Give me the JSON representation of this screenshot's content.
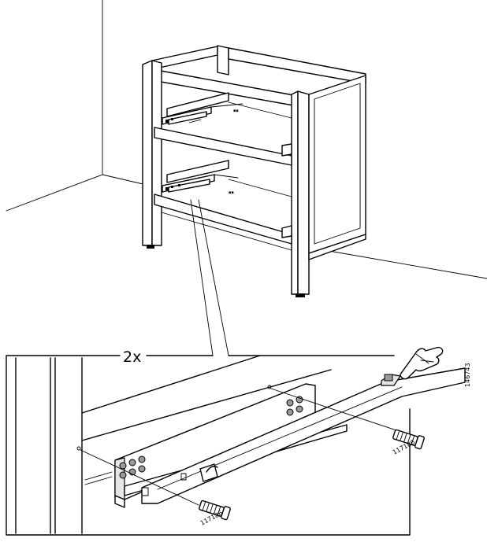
{
  "callout": {
    "quantity": "2x"
  },
  "screws": [
    {
      "part_number": "117186"
    },
    {
      "part_number": "117186"
    }
  ],
  "document": {
    "code": "146743"
  },
  "icons": {
    "hand": "hand-pointing-icon",
    "screw": "screw-icon"
  },
  "colors": {
    "line": "#000000",
    "background": "#ffffff",
    "fill_light": "#e6e6e6",
    "fill_dark": "#9a9a9a"
  }
}
